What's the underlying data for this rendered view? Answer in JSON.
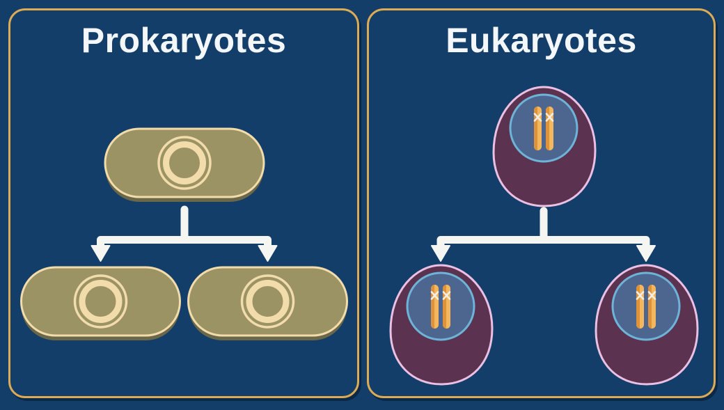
{
  "panels": {
    "prokaryotes": {
      "title": "Prokaryotes"
    },
    "eukaryotes": {
      "title": "Eukaryotes"
    }
  },
  "icons": {
    "prokaryote_cell": "bacterium-capsule",
    "prokaryote_dna": "circular-plasmid-ring",
    "eukaryote_cell": "rounded-cell-with-nucleus",
    "eukaryote_dna": "duplicated-chromosome-pair",
    "division_arrow": "branching-down-arrow"
  },
  "colors": {
    "background": "#123e69",
    "panel_border": "#dcab55",
    "title_text": "#f4f7f9",
    "arrow": "#f5f6f2",
    "bacterium_body": "#9c9365",
    "bacterium_outline": "#f3dcab",
    "bacterium_shadow": "#6b6749",
    "plasmid_ring": "#f3dcab",
    "eukaryote_body": "#5b3350",
    "eukaryote_outline": "#ecc0e2",
    "nucleus_fill": "#4c668f",
    "nucleus_outline": "#6db4d8",
    "chromosome_dark": "#de9239",
    "chromosome_light": "#f4b75e",
    "centromere_mark": "#f2eee5"
  }
}
